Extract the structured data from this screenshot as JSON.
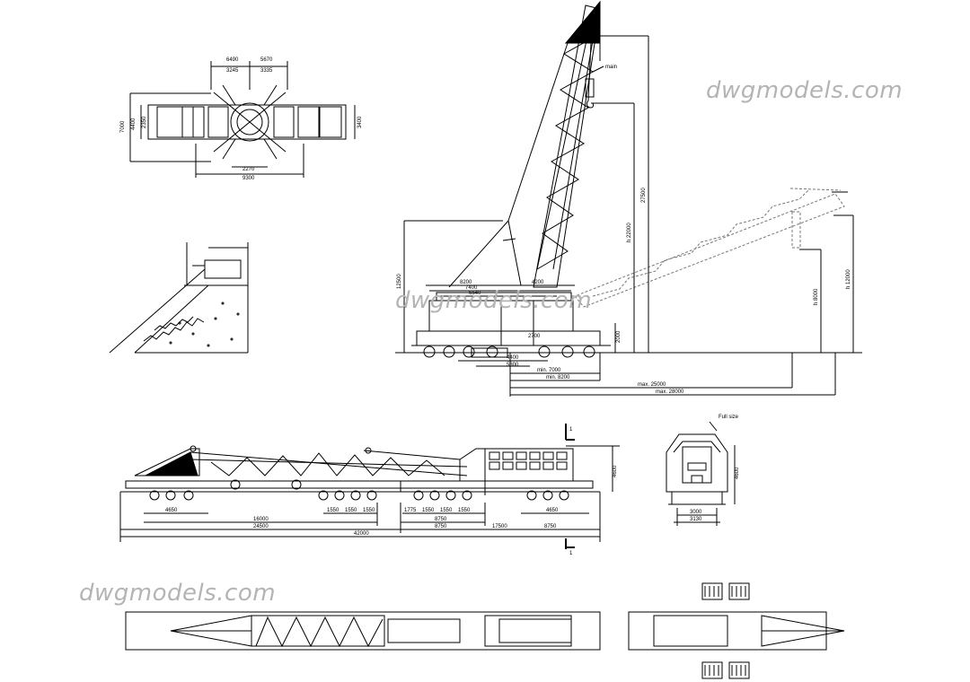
{
  "watermark": "dwgmodels.com",
  "plan_view": {
    "dims_top": [
      "6490",
      "5670"
    ],
    "dims_top_inner": [
      "3245",
      "3335"
    ],
    "dims_left": [
      "7000",
      "4400",
      "2350"
    ],
    "dim_right": "3400",
    "dims_bottom": [
      "2270",
      "9300"
    ]
  },
  "side_elevation": {
    "left_height": "12500",
    "track_dims": [
      "8200",
      "7400",
      "6540",
      "4200"
    ],
    "tail": "2700",
    "base_height": "2000",
    "bottom_dims": [
      "4400",
      "5300"
    ],
    "radii": [
      "min. 7000",
      "min. 8200",
      "max. 25000",
      "max. 28000"
    ],
    "heights": [
      "27500",
      "h 22000",
      "h 12000",
      "h 8000"
    ],
    "hook_label": "main"
  },
  "transport_view": {
    "section_mark": "1",
    "height": "4600",
    "row1": [
      "4650",
      "1550",
      "1550",
      "1550",
      "1775",
      "1550",
      "1550",
      "1550",
      "4650"
    ],
    "row2": [
      "16000",
      "8750"
    ],
    "row3": [
      "24500",
      "8750",
      "17500"
    ],
    "total": "42000"
  },
  "section_view": {
    "label": "Full size",
    "height": "4600",
    "widths": [
      "3000",
      "3130"
    ]
  }
}
